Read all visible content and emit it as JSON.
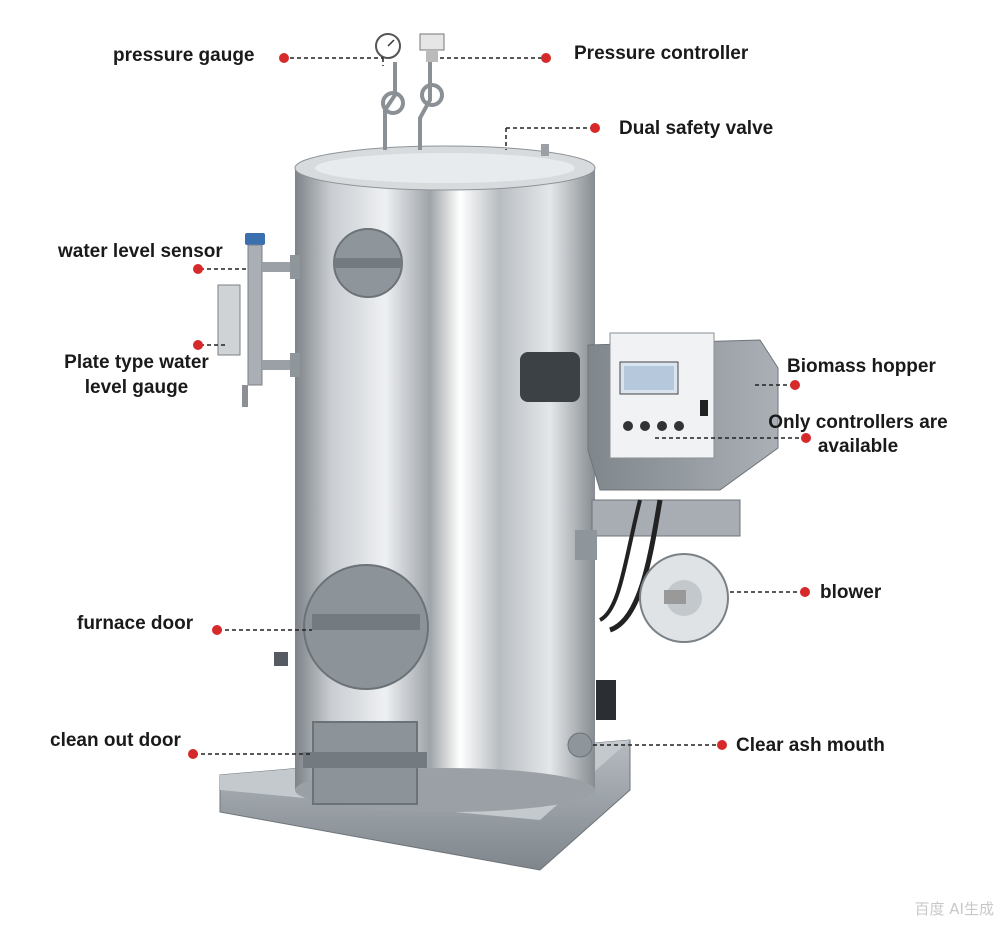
{
  "diagram": {
    "labels": {
      "pressure_gauge": "pressure gauge",
      "pressure_controller": "Pressure controller",
      "dual_safety_valve": "Dual safety valve",
      "water_level_sensor": "water level sensor",
      "plate_gauge_line1": "Plate type water",
      "plate_gauge_line2": "level gauge",
      "biomass_hopper": "Biomass hopper",
      "controllers_line1": "Only controllers are",
      "controllers_line2": "available",
      "blower": "blower",
      "furnace_door": "furnace door",
      "clean_out_door": "clean out door",
      "clear_ash_mouth": "Clear ash mouth"
    },
    "watermark": "百度 AI生成",
    "colors": {
      "marker": "#d62a2a",
      "leader": "#222222",
      "steel_dark": "#8e9499",
      "steel_light": "#f2f4f6",
      "panel_gray": "#8f969c"
    }
  }
}
